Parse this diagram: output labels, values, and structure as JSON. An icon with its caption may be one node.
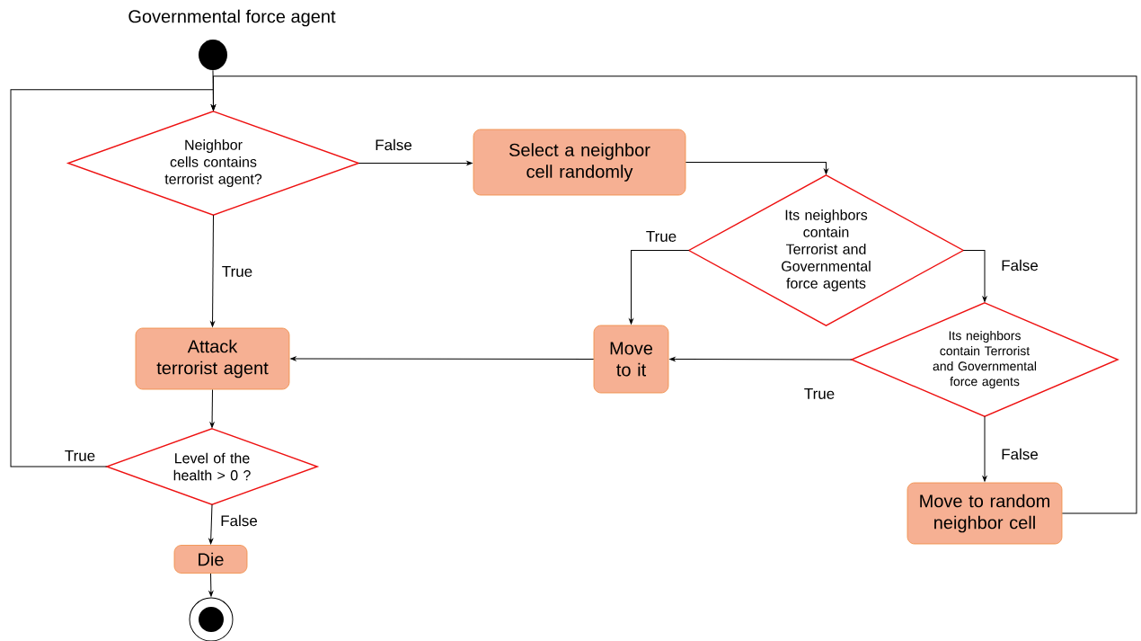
{
  "diagram": {
    "title": "Governmental force agent",
    "nodes": [
      {
        "text": [],
        "shape": "circle"
      },
      {
        "text": [
          "Neighbor cells contains terrorist agent?"
        ]
      },
      {
        "text": [
          "Select a neighbor cell randomly"
        ]
      },
      {
        "text": [
          "Its neighbors contain Terrorist and Governmental force agents"
        ]
      },
      {
        "text": [
          "Attack terrorist agent"
        ]
      },
      {
        "text": [
          "Move to it"
        ]
      },
      {
        "text": [
          "Its neighbors contain Terrorist and Governmental force agents"
        ]
      },
      {
        "text": [
          "Level of the health > 0 ?"
        ]
      },
      {
        "text": [
          "Move to random neighbor cell"
        ]
      },
      {
        "text": [
          "Die"
        ]
      },
      {
        "text": [],
        "shape": "circle"
      }
    ],
    "edges": [
      {
        "from": 0,
        "to": 1,
        "arrow": "to"
      },
      {
        "from": 1,
        "to": 2,
        "arrow": "to",
        "label": "False"
      },
      {
        "from": 1,
        "to": 4,
        "arrow": "to",
        "label": "True"
      },
      {
        "from": 2,
        "to": 3,
        "arrow": "to"
      },
      {
        "from": 3,
        "to": 5,
        "arrow": "to",
        "label": "True"
      },
      {
        "from": 3,
        "to": 6,
        "arrow": "to",
        "label": "False"
      },
      {
        "from": 6,
        "to": 5,
        "arrow": "to",
        "label": "True"
      },
      {
        "from": 5,
        "to": 4,
        "arrow": "to"
      },
      {
        "from": 6,
        "to": 8,
        "arrow": "to",
        "label": "False"
      },
      {
        "from": 8,
        "to": 1,
        "arrow": "to"
      },
      {
        "from": 4,
        "to": 7,
        "arrow": "to"
      },
      {
        "from": 7,
        "to": 1,
        "arrow": "to",
        "label": "True"
      },
      {
        "from": 7,
        "to": 9,
        "arrow": "to",
        "label": "False"
      },
      {
        "from": 9,
        "to": 10,
        "arrow": "to"
      }
    ]
  }
}
